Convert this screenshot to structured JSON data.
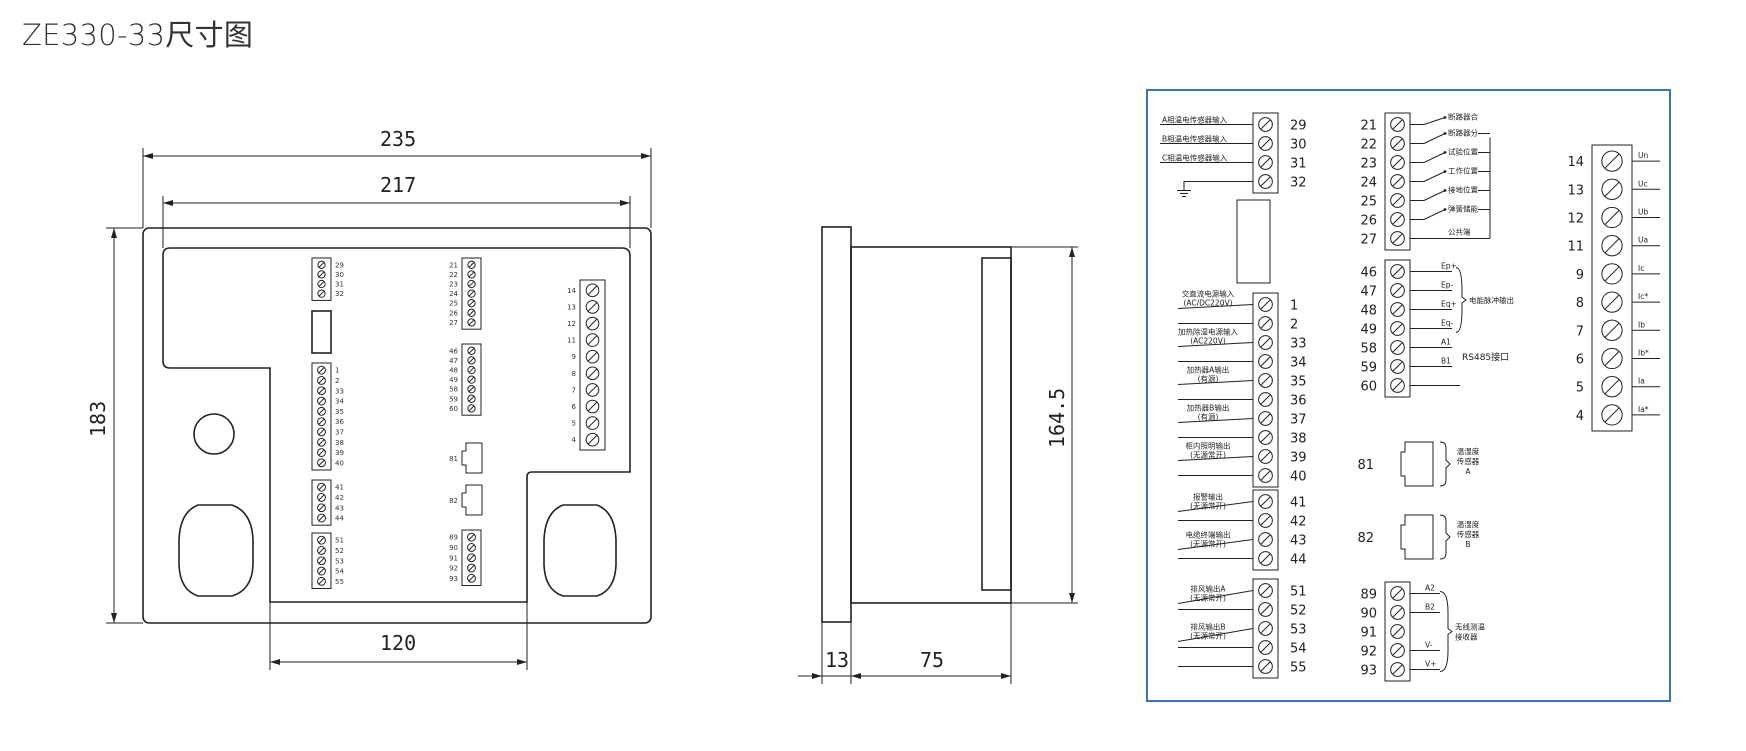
{
  "title": "ZE330-33尺寸图",
  "front_view": {
    "dims": {
      "outer_width": "235",
      "inner_width": "217",
      "height": "183",
      "bottom_width": "120"
    },
    "blocks": [
      {
        "id": "b1",
        "labels": [
          "29",
          "30",
          "31",
          "32"
        ]
      },
      {
        "id": "b2",
        "labels": [
          "1",
          "2",
          "33",
          "34",
          "35",
          "36",
          "37",
          "38",
          "39",
          "40"
        ]
      },
      {
        "id": "b3",
        "labels": [
          "41",
          "42",
          "43",
          "44"
        ]
      },
      {
        "id": "b4",
        "labels": [
          "51",
          "52",
          "53",
          "54",
          "55"
        ]
      },
      {
        "id": "b5",
        "labels": [
          "21",
          "22",
          "23",
          "24",
          "25",
          "26",
          "27"
        ]
      },
      {
        "id": "b6",
        "labels": [
          "46",
          "47",
          "48",
          "49",
          "58",
          "59",
          "60"
        ]
      },
      {
        "id": "b7",
        "labels": [
          "89",
          "90",
          "91",
          "92",
          "93"
        ]
      },
      {
        "id": "b8",
        "labels": [
          "14",
          "13",
          "12",
          "11",
          "9",
          "8",
          "7",
          "6",
          "5",
          "4"
        ]
      }
    ],
    "ports": [
      "81",
      "82"
    ]
  },
  "side_view": {
    "dims": {
      "height": "164.5",
      "depth_front": "13",
      "depth_body": "75"
    }
  },
  "wiring": {
    "block_a": {
      "numbers": [
        "29",
        "30",
        "31",
        "32"
      ],
      "labels": [
        "A相温电传感器输入",
        "B相温电传感器输入",
        "C相温电传感器输入"
      ]
    },
    "block_b": {
      "numbers": [
        "1",
        "2",
        "33",
        "34",
        "35",
        "36",
        "37",
        "38",
        "39",
        "40"
      ],
      "labels": [
        "交直流电源输入",
        "(AC/DC220V)",
        "加热除湿电源输入",
        "(AC220V)",
        "加热器A输出",
        "(有源)",
        "加热器B输出",
        "(有源)",
        "柜内照明输出",
        "(无源常开)"
      ]
    },
    "block_c": {
      "numbers": [
        "41",
        "42",
        "43",
        "44"
      ],
      "labels": [
        "报警输出",
        "(无源常开)",
        "电缆终端输出",
        "(无源常开)"
      ]
    },
    "block_d": {
      "numbers": [
        "51",
        "52",
        "53",
        "54",
        "55"
      ],
      "labels": [
        "排风输出A",
        "(无源常开)",
        "排风输出B",
        "(无源常开)"
      ]
    },
    "block_e": {
      "numbers": [
        "21",
        "22",
        "23",
        "24",
        "25",
        "26",
        "27"
      ],
      "labels": [
        "断路器合",
        "断路器分",
        "试验位置",
        "工作位置",
        "接地位置",
        "弹簧储能",
        "公共端"
      ]
    },
    "block_f": {
      "numbers": [
        "46",
        "47",
        "48",
        "49",
        "58",
        "59",
        "60"
      ],
      "signals": [
        "Ep+",
        "Ep-",
        "Eq+",
        "Eq-",
        "A1",
        "B1"
      ],
      "group_label": "电能脉冲输出",
      "rs485_label": "RS485接口"
    },
    "sensor_a": {
      "number": "81",
      "label_lines": [
        "温湿度",
        "传感器",
        "A"
      ]
    },
    "sensor_b": {
      "number": "82",
      "label_lines": [
        "温湿度",
        "传感器",
        "B"
      ]
    },
    "block_g": {
      "numbers": [
        "89",
        "90",
        "91",
        "92",
        "93"
      ],
      "signals": [
        "A2",
        "B2",
        "V-",
        "V+"
      ],
      "group_label_lines": [
        "无线测温",
        "接收器"
      ]
    },
    "block_h": {
      "numbers": [
        "14",
        "13",
        "12",
        "11",
        "9",
        "8",
        "7",
        "6",
        "5",
        "4"
      ],
      "signals": [
        "Un",
        "Uc",
        "Ub",
        "Ua",
        "Ic",
        "Ic*",
        "Ib",
        "Ib*",
        "Ia",
        "Ia*"
      ]
    }
  }
}
